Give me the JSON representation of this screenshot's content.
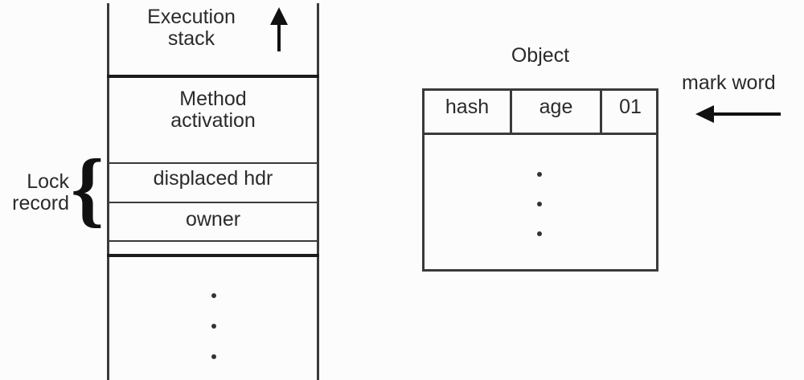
{
  "diagram": {
    "title": "Java object with thin lock (lock record on execution stack)",
    "background_color": "#fcfcfc",
    "line_color": "#3a3a3a",
    "text_color": "#2b2b2b"
  },
  "execution_stack": {
    "label_line1": "Execution",
    "label_line2": "stack",
    "growth_arrow": "up-arrow",
    "frames": [
      {
        "name": "method-activation",
        "line1": "Method",
        "line2": "activation"
      },
      {
        "name": "displaced-hdr",
        "label": "displaced hdr"
      },
      {
        "name": "owner",
        "label": "owner"
      }
    ],
    "ellipsis": "·"
  },
  "lock_record": {
    "label_line1": "Lock",
    "label_line2": "record",
    "brace": "{"
  },
  "object": {
    "title": "Object",
    "mark_word_fields": [
      {
        "name": "hash",
        "label": "hash"
      },
      {
        "name": "age",
        "label": "age"
      },
      {
        "name": "lock-bits",
        "label": "01"
      }
    ],
    "body_ellipsis": "·"
  },
  "annotation": {
    "mark_word_label": "mark word",
    "arrow_direction": "left"
  }
}
